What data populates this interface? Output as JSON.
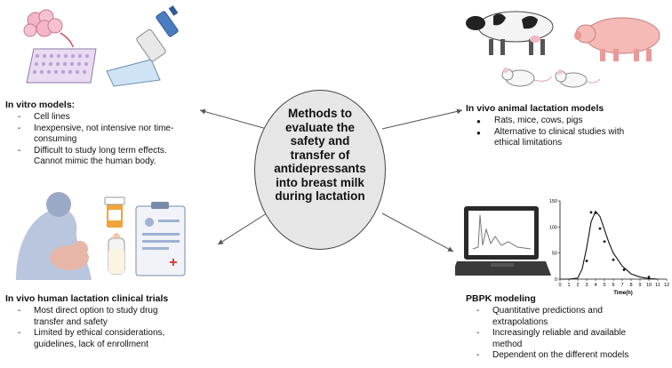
{
  "center": {
    "lines": [
      "Methods to",
      "evaluate the",
      "safety and",
      "transfer of",
      "antidepressants",
      "into breast milk",
      "during lactation"
    ]
  },
  "invitro": {
    "title": "In vitro models:",
    "items": [
      "Cell lines",
      "Inexpensive, not intensive nor time-",
      "consuming",
      "Difficult to study long term effects.",
      "Cannot mimic the human body."
    ]
  },
  "animal": {
    "title": "In vivo animal lactation models",
    "items": [
      "Rats, mice, cows, pigs",
      "Alternative to clinical studies with",
      "ethical limitations"
    ]
  },
  "human": {
    "title": "In vivo human lactation clinical trials",
    "items": [
      "Most direct option to study drug",
      "transfer and safety",
      "Limited by ethical considerations,",
      "guidelines, lack of enrollment"
    ]
  },
  "pbpk": {
    "title": "PBPK modeling",
    "items": [
      "Quantitative predictions and",
      "extrapolations",
      "Increasingly reliable and available",
      "method",
      "Dependent on the different models"
    ]
  },
  "chart_data": {
    "type": "line",
    "title": "",
    "xlabel": "Time(h)",
    "ylabel": "",
    "xlim": [
      0,
      12
    ],
    "ylim": [
      0,
      150
    ],
    "x_ticks": [
      "0",
      "1",
      "2",
      "3",
      "4",
      "5",
      "6",
      "7",
      "8",
      "9",
      "10",
      "11",
      "12"
    ],
    "y_ticks": [
      "0",
      "50",
      "100",
      "150"
    ],
    "series": [
      {
        "x": [
          0,
          1,
          2,
          2.5,
          3,
          3.5,
          4,
          4.5,
          5,
          5.5,
          6,
          7,
          8,
          9,
          10,
          11
        ],
        "values": [
          0,
          0,
          2,
          20,
          60,
          110,
          130,
          120,
          95,
          70,
          50,
          25,
          10,
          4,
          1,
          0
        ]
      }
    ],
    "points": [
      {
        "x": 3,
        "y": 35
      },
      {
        "x": 3.5,
        "y": 128
      },
      {
        "x": 4,
        "y": 127
      },
      {
        "x": 4.5,
        "y": 97
      },
      {
        "x": 5,
        "y": 72
      },
      {
        "x": 6,
        "y": 37
      },
      {
        "x": 7.2,
        "y": 18
      },
      {
        "x": 10,
        "y": 4
      }
    ]
  }
}
